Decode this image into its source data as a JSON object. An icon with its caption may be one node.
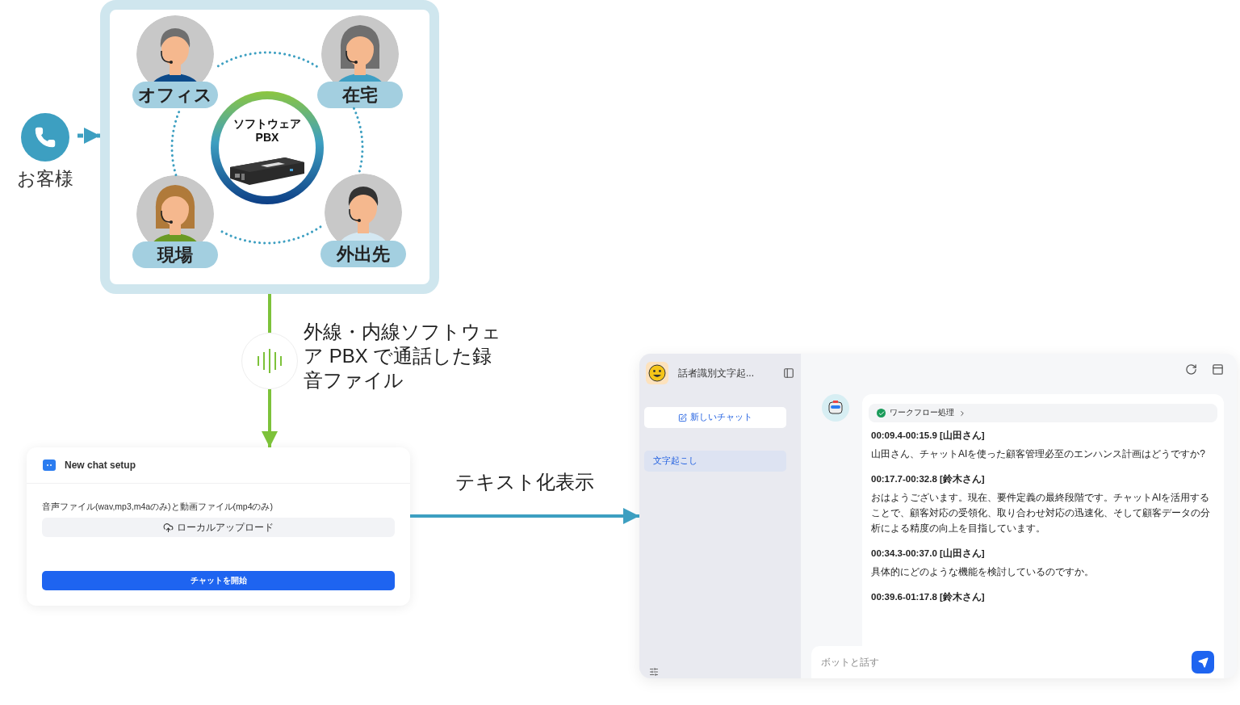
{
  "diagram": {
    "nodes": [
      {
        "text": [
          "お客様"
        ]
      },
      {
        "text": [],
        "shape": "box"
      },
      {
        "text": [
          "オフィス"
        ],
        "in": 1
      },
      {
        "text": [
          "在宅"
        ],
        "in": 1
      },
      {
        "text": [
          "ソフトウェア PBX"
        ],
        "in": 1
      },
      {
        "text": [
          "現場"
        ],
        "in": 1
      },
      {
        "text": [
          "外出先"
        ],
        "in": 1
      },
      {
        "text": [],
        "shape": "circle",
        "beside": [
          "外線・内線ソフトウェア PBX で通話した録音ファイル"
        ]
      },
      {
        "text": [
          "New chat setup",
          "音声ファイル(wav,mp3,m4aのみ)と動画ファイル(mp4のみ)",
          "ローカルアップロード",
          "チャットを開始"
        ]
      },
      {
        "text": [
          "話者識別文字起...",
          "新しいチャット",
          "文字起こし",
          "ワークフロー処理",
          "00:09.4-00:15.9 [山田さん]",
          "山田さん、チャットAIを使った顧客管理必至のエンハンス計画はどうですか?",
          "00:17.7-00:32.8 [鈴木さん]",
          "おはようございます。現在、要件定義の最終段階です。チャットAIを活用することで、顧客対応の受領化、取り合わせ対応の迅速化、そして顧客データの分析による精度の向上を目指しています。",
          "00:34.3-00:37.0 [山田さん]",
          "具体的にどのような機能を検討しているのですか。",
          "00:39.6-01:17.8 [鈴木さん]",
          "ボットと話す"
        ]
      }
    ],
    "edges": [
      {
        "from": 0,
        "to": 1,
        "arrow": "to",
        "style": "dashed"
      },
      {
        "from": 2,
        "to": 3,
        "arrow": "none",
        "style": "dashed"
      },
      {
        "from": 3,
        "to": 6,
        "arrow": "none",
        "style": "dashed"
      },
      {
        "from": 6,
        "to": 5,
        "arrow": "none",
        "style": "dashed"
      },
      {
        "from": 5,
        "to": 2,
        "arrow": "none",
        "style": "dashed"
      },
      {
        "from": 1,
        "to": 7,
        "arrow": "none",
        "color": "#7dc23a"
      },
      {
        "from": 7,
        "to": 8,
        "arrow": "to",
        "color": "#7dc23a"
      },
      {
        "from": 8,
        "to": 9,
        "arrow": "to",
        "label": "テキスト化表示"
      }
    ]
  }
}
